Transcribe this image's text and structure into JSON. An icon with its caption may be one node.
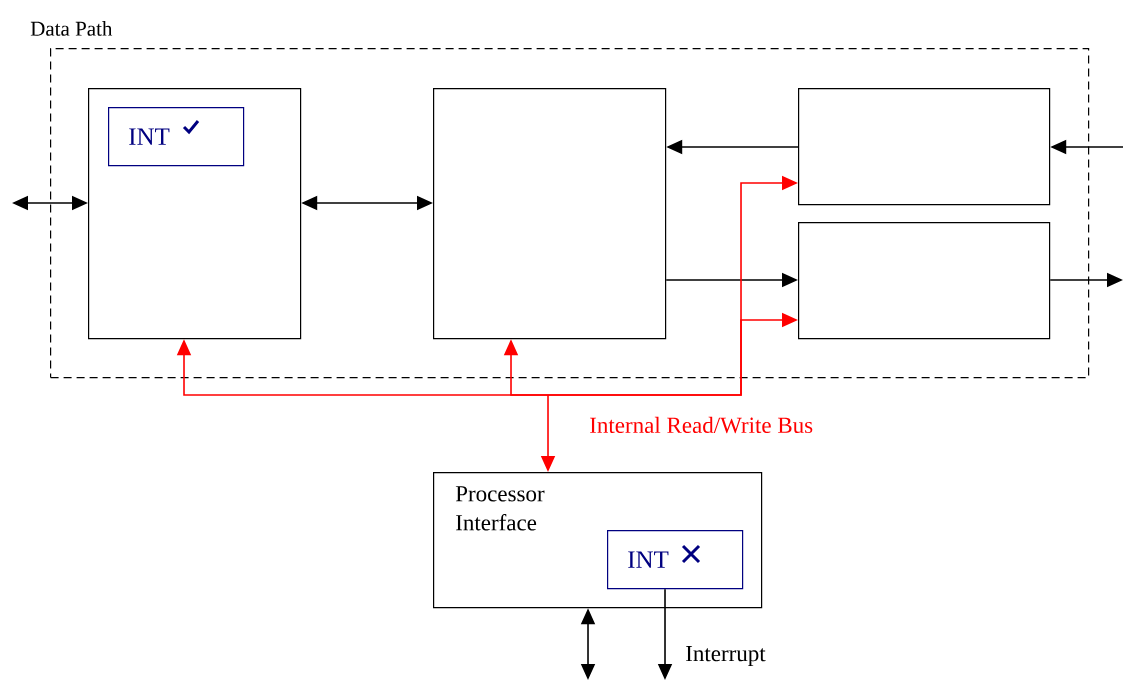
{
  "diagram": {
    "nodes": [
      {
        "text": [
          "Data Path"
        ]
      },
      {
        "text": [],
        "shape": "box",
        "in": 0
      },
      {
        "text": [
          "INT"
        ],
        "in": 1
      },
      {
        "text": [],
        "shape": "box",
        "in": 0
      },
      {
        "text": [],
        "shape": "box",
        "in": 0
      },
      {
        "text": [],
        "shape": "box",
        "in": 0
      },
      {
        "text": [
          "Processor Interface"
        ]
      },
      {
        "text": [
          "INT"
        ],
        "in": 6
      }
    ],
    "edges": [
      {
        "from": null,
        "to": 1,
        "arrow": "both"
      },
      {
        "from": 1,
        "to": 3,
        "arrow": "both"
      },
      {
        "from": 4,
        "to": 3,
        "arrow": "to"
      },
      {
        "from": null,
        "to": 4,
        "arrow": "to"
      },
      {
        "from": 3,
        "to": 5,
        "arrow": "to"
      },
      {
        "from": 5,
        "to": null,
        "arrow": "to"
      },
      {
        "from": 6,
        "to": 1,
        "arrow": "both",
        "color": "#ff0000",
        "label": "Internal Read/Write Bus"
      },
      {
        "from": 6,
        "to": 3,
        "arrow": "both",
        "color": "#ff0000"
      },
      {
        "from": 6,
        "to": 4,
        "arrow": "both",
        "color": "#ff0000"
      },
      {
        "from": 6,
        "to": 5,
        "arrow": "both",
        "color": "#ff0000"
      },
      {
        "from": 6,
        "to": null,
        "arrow": "both"
      },
      {
        "from": 7,
        "to": null,
        "arrow": "to",
        "label": "Interrupt"
      }
    ]
  }
}
